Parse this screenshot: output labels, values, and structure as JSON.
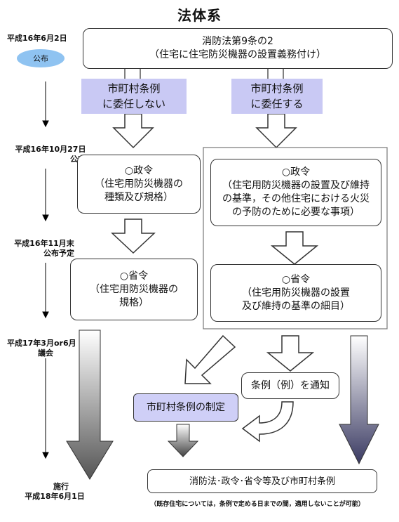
{
  "title": "法体系",
  "timeline": {
    "dates": [
      {
        "id": "d1",
        "lines": [
          "平成16年6月2日"
        ]
      },
      {
        "id": "d2",
        "lines": [
          "平成16年10月27日",
          "公布"
        ]
      },
      {
        "id": "d3",
        "lines": [
          "平成16年11月末",
          "公布予定"
        ]
      },
      {
        "id": "d4",
        "lines": [
          "平成17年3月or6月",
          "議会"
        ]
      },
      {
        "id": "d5",
        "lines": [
          "施行",
          "平成18年6月1日"
        ]
      }
    ],
    "promulgation_badge": "公布"
  },
  "law_box": {
    "lines": [
      "消防法第9条の2",
      "（住宅に住宅防災機器の設置義務付け）"
    ]
  },
  "branch_left": {
    "lines": [
      "市町村条例",
      "に委任しない"
    ]
  },
  "branch_right": {
    "lines": [
      "市町村条例",
      "に委任する"
    ]
  },
  "cabinet_order_left": {
    "lines": [
      "○政令",
      "（住宅用防災機器の",
      "種類及び規格）"
    ]
  },
  "ministerial_order_left": {
    "lines": [
      "○省令",
      "（住宅用防災機器の",
      "規格）"
    ]
  },
  "cabinet_order_right": {
    "lines": [
      "○政令",
      "（住宅用防災機器の設置及び維持",
      "の基準，その他住宅における火災",
      "の予防のために必要な事項）"
    ]
  },
  "ministerial_order_right": {
    "lines": [
      "○省令",
      "（住宅用防災機器の設置",
      "及び維持の基準の細目）"
    ]
  },
  "model_ordinance": "条例（例）を通知",
  "municipal_enactment": "市町村条例の制定",
  "final_box": "消防法･政令･省令等及び市町村条例",
  "footnote": "（既存住宅については，条例で定める日までの間，適用しないことが可能）",
  "colors": {
    "badge": "#8fc3f1",
    "branch": "#c9c9f4",
    "enactment": "#cfcff7"
  }
}
